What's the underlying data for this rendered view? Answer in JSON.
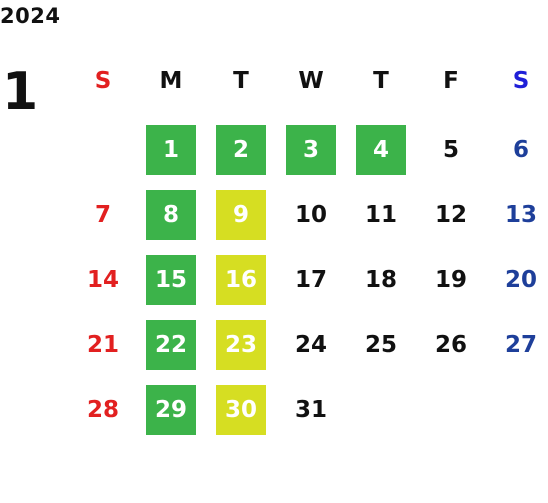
{
  "year": "2024",
  "month": "1",
  "colors": {
    "sunday": "#e22020",
    "saturday": "#1e3f9a",
    "saturday_header": "#1f1fd8",
    "green_highlight": "#3cb34a",
    "yellow_highlight": "#d6de22",
    "default": "#111111"
  },
  "weekdays": [
    "S",
    "M",
    "T",
    "W",
    "T",
    "F",
    "S"
  ],
  "first_weekday_index": 1,
  "days_in_month": 31,
  "days": [
    {
      "day": "1",
      "hl": "green"
    },
    {
      "day": "2",
      "hl": "green"
    },
    {
      "day": "3",
      "hl": "green"
    },
    {
      "day": "4",
      "hl": "green"
    },
    {
      "day": "5",
      "hl": ""
    },
    {
      "day": "6",
      "hl": ""
    },
    {
      "day": "7",
      "hl": ""
    },
    {
      "day": "8",
      "hl": "green"
    },
    {
      "day": "9",
      "hl": "yellow"
    },
    {
      "day": "10",
      "hl": ""
    },
    {
      "day": "11",
      "hl": ""
    },
    {
      "day": "12",
      "hl": ""
    },
    {
      "day": "13",
      "hl": ""
    },
    {
      "day": "14",
      "hl": ""
    },
    {
      "day": "15",
      "hl": "green"
    },
    {
      "day": "16",
      "hl": "yellow"
    },
    {
      "day": "17",
      "hl": ""
    },
    {
      "day": "18",
      "hl": ""
    },
    {
      "day": "19",
      "hl": ""
    },
    {
      "day": "20",
      "hl": ""
    },
    {
      "day": "21",
      "hl": ""
    },
    {
      "day": "22",
      "hl": "green"
    },
    {
      "day": "23",
      "hl": "yellow"
    },
    {
      "day": "24",
      "hl": ""
    },
    {
      "day": "25",
      "hl": ""
    },
    {
      "day": "26",
      "hl": ""
    },
    {
      "day": "27",
      "hl": ""
    },
    {
      "day": "28",
      "hl": ""
    },
    {
      "day": "29",
      "hl": "green"
    },
    {
      "day": "30",
      "hl": "yellow"
    },
    {
      "day": "31",
      "hl": ""
    }
  ]
}
